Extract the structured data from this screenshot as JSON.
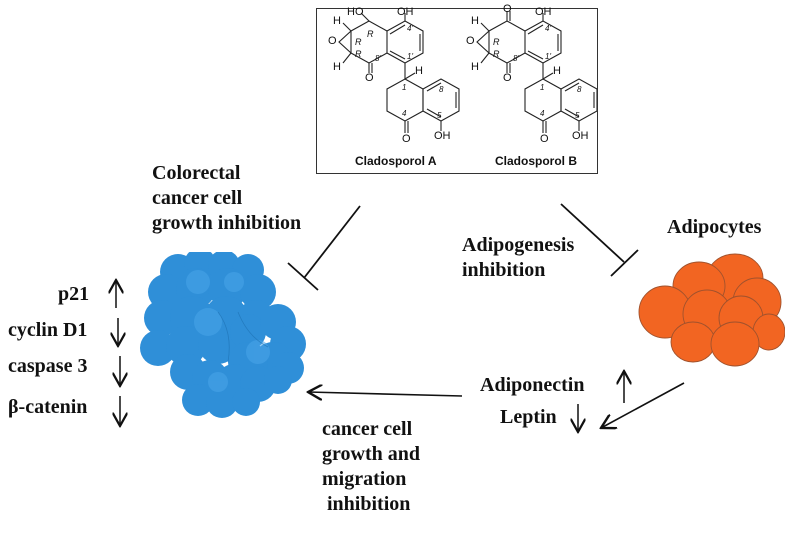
{
  "structures": {
    "compound_a": "Cladosporol A",
    "compound_b": "Cladosporol B",
    "atom_labels": {
      "oh": "OH",
      "ho": "HO",
      "o": "O",
      "h": "H",
      "r": "R"
    },
    "position_labels": {
      "p4prime": "4'",
      "p1prime": "1'",
      "p8prime": "8'",
      "p1": "1",
      "p4": "4",
      "p5": "5",
      "p8": "8"
    }
  },
  "labels": {
    "colorectal": [
      "Colorectal",
      "cancer cell",
      "growth inhibition"
    ],
    "adipocytes": "Adipocytes",
    "adipogenesis": [
      "Adipogenesis",
      "inhibition"
    ],
    "adipokines": [
      {
        "name": "Adiponectin",
        "direction": "up"
      },
      {
        "name": "Leptin",
        "direction": "down"
      }
    ],
    "migration": [
      "cancer cell",
      "growth and",
      "migration",
      " inhibition"
    ],
    "markers": [
      {
        "name": "p21",
        "direction": "up"
      },
      {
        "name": "cyclin D1",
        "direction": "down"
      },
      {
        "name": "caspase 3",
        "direction": "down"
      },
      {
        "name": "β-catenin",
        "direction": "down"
      }
    ]
  },
  "colors": {
    "cancer_cells": "#2f8fd8",
    "cancer_cells_light": "#4aa6ea",
    "adipocytes": "#f26522",
    "adipocyte_stroke": "#a0522d"
  }
}
